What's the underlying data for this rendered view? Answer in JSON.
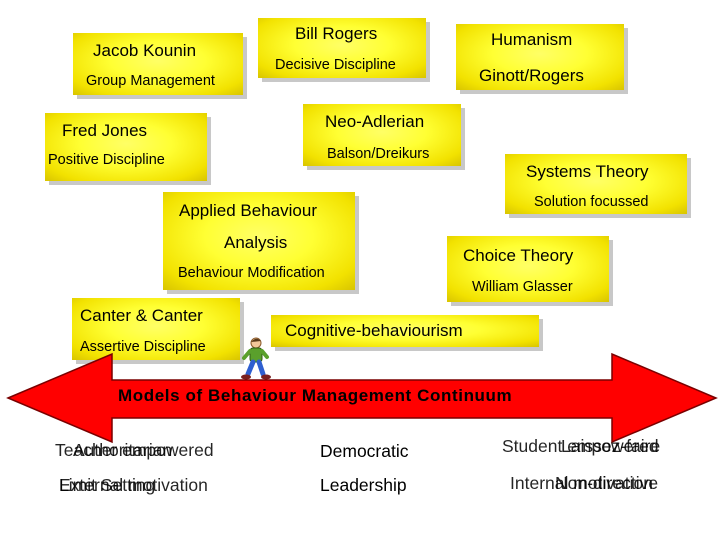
{
  "boxes": {
    "kounin": {
      "name": "Jacob  Kounin",
      "sub": "Group Management"
    },
    "rogers": {
      "name": "Bill Rogers",
      "sub": "Decisive Discipline"
    },
    "humanism": {
      "name": "Humanism",
      "sub": "Ginott/Rogers"
    },
    "jones": {
      "name": "Fred Jones",
      "sub": "Positive Discipline"
    },
    "neo": {
      "name": "Neo-Adlerian",
      "sub": "Balson/Dreikurs"
    },
    "systems": {
      "name": "Systems Theory",
      "sub": "Solution focussed"
    },
    "aba": {
      "name1": "Applied Behaviour",
      "name2": "Analysis",
      "sub": "Behaviour Modification"
    },
    "choice": {
      "name": "Choice Theory",
      "sub": "William Glasser"
    },
    "canter": {
      "name": "Canter & Canter",
      "sub": "Assertive Discipline"
    },
    "cognitive": {
      "name": "Cognitive-behaviourism"
    }
  },
  "continuum": {
    "title": "Models of Behaviour Management Continuum"
  },
  "labels": {
    "left_top_a": "Teacher empowered",
    "left_top_b": "Authoritarian",
    "left_bottom_a": "External motivation",
    "left_bottom_b": "Limit Setting",
    "mid_top": "Democratic",
    "mid_bottom": "Leadership",
    "right_top_a": "Student empowered",
    "right_top_b": "Laissez-faire",
    "right_bottom_a": "Internal motivation",
    "right_bottom_b": "Non-directive"
  },
  "colors": {
    "box": "#ffff33",
    "arrow": "#ff0000"
  }
}
